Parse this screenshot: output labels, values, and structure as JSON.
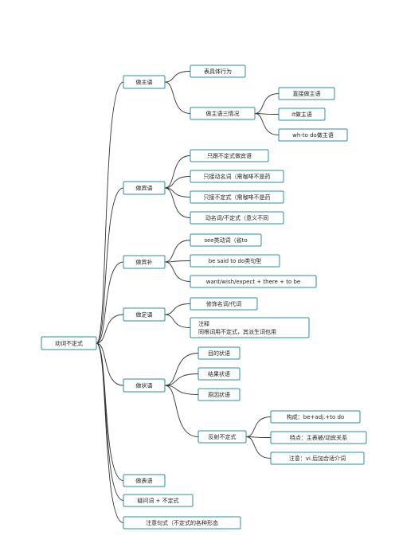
{
  "root": {
    "label": "动词不定式"
  },
  "branches": [
    {
      "id": "zhuyu",
      "label": "做主语",
      "children": [
        {
          "id": "z1",
          "label": "表具体行为"
        },
        {
          "id": "z2",
          "label": "做主语三情况",
          "children": [
            {
              "id": "z2a",
              "label": "直接做主语"
            },
            {
              "id": "z2b",
              "label": "it做主语"
            },
            {
              "id": "z2c",
              "label": "wh-to do做主语"
            }
          ]
        }
      ]
    },
    {
      "id": "binyu",
      "label": "做宾语",
      "children": [
        {
          "id": "b1",
          "label": "只跟不定式做宾语"
        },
        {
          "id": "b2",
          "label": "只接动名词（需咖啡不是药"
        },
        {
          "id": "b3",
          "label": "只接不定式（需咖啡不是药"
        },
        {
          "id": "b4",
          "label": "动名词/不定式（意义不同"
        }
      ]
    },
    {
      "id": "binbu",
      "label": "做宾补",
      "children": [
        {
          "id": "p1",
          "label": "see类动词（省to"
        },
        {
          "id": "p2",
          "label": "be said to do类句型"
        },
        {
          "id": "p3",
          "label": "want/wish/expect + there + to be"
        }
      ]
    },
    {
      "id": "dingyu",
      "label": "做定语",
      "children": [
        {
          "id": "d1",
          "label": "修饰名词/代词"
        },
        {
          "id": "d2",
          "label": "注释",
          "label2": "同根词用不定式，其派生词也用"
        }
      ]
    },
    {
      "id": "zhuangyu",
      "label": "做状语",
      "children": [
        {
          "id": "s1",
          "label": "目的状语"
        },
        {
          "id": "s2",
          "label": "结果状语"
        },
        {
          "id": "s3",
          "label": "原因状语"
        },
        {
          "id": "s4",
          "label": "反射不定式",
          "children": [
            {
              "id": "s4a",
              "label": "构成：be+adj.+to do"
            },
            {
              "id": "s4b",
              "label": "特点：主表被/动宾关系"
            },
            {
              "id": "s4c",
              "label": "注意：vi.后加合适介词"
            }
          ]
        }
      ]
    },
    {
      "id": "biaoyu",
      "label": "做表语"
    },
    {
      "id": "yiwen",
      "label": "疑问词 + 不定式"
    },
    {
      "id": "zhuyi",
      "label": "注意句式（不定式的各种形态"
    }
  ]
}
